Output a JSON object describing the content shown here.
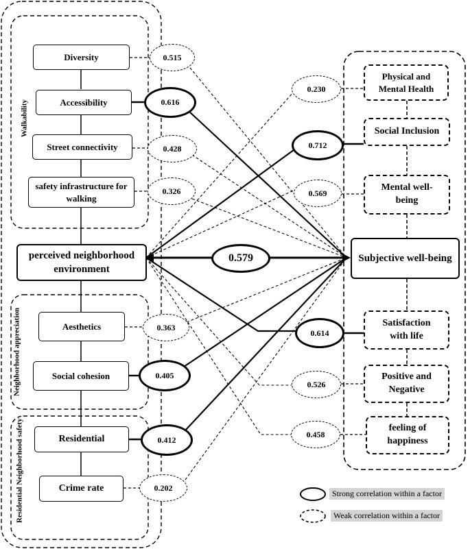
{
  "groups": {
    "walkability": "Walkability",
    "neighborhood_appreciation": "Neighborhood appreciation",
    "residential_safety": "Residential Neighborhood safety"
  },
  "left_factors": [
    {
      "id": "diversity",
      "label": "Diversity",
      "value": "0.515",
      "strength": "weak"
    },
    {
      "id": "accessibility",
      "label": "Accessibility",
      "value": "0.616",
      "strength": "strong"
    },
    {
      "id": "street",
      "label": "Street connectivity",
      "value": "0.428",
      "strength": "weak"
    },
    {
      "id": "safety",
      "label": "safety infrastructure for walking",
      "value": "0.326",
      "strength": "weak"
    },
    {
      "id": "aesthetics",
      "label": "Aesthetics",
      "value": "0.363",
      "strength": "weak"
    },
    {
      "id": "cohesion",
      "label": "Social cohesion",
      "value": "0.405",
      "strength": "strong"
    },
    {
      "id": "residential",
      "label": "Residential",
      "value": "0.412",
      "strength": "strong"
    },
    {
      "id": "crime",
      "label": "Crime rate",
      "value": "0.202",
      "strength": "weak"
    }
  ],
  "center": {
    "left_node": "perceived neighborhood environment",
    "right_node": "Subjective well-being",
    "value": "0.579"
  },
  "right_factors": [
    {
      "id": "physical",
      "label": "Physical and Mental Health",
      "value": "0.230",
      "strength": "weak"
    },
    {
      "id": "inclusion",
      "label": "Social Inclusion",
      "value": "0.712",
      "strength": "strong"
    },
    {
      "id": "mental",
      "label": "Mental well-being",
      "value": "0.569",
      "strength": "weak"
    },
    {
      "id": "satisfaction",
      "label": "Satisfaction with life",
      "value": "0.614",
      "strength": "strong"
    },
    {
      "id": "posneg",
      "label": "Positive and Negative",
      "value": "0.526",
      "strength": "weak"
    },
    {
      "id": "happiness",
      "label": "feeling of happiness",
      "value": "0.458",
      "strength": "weak"
    }
  ],
  "legend": {
    "strong": "Strong correlation within a factor",
    "weak": "Weak correlation within a factor"
  }
}
